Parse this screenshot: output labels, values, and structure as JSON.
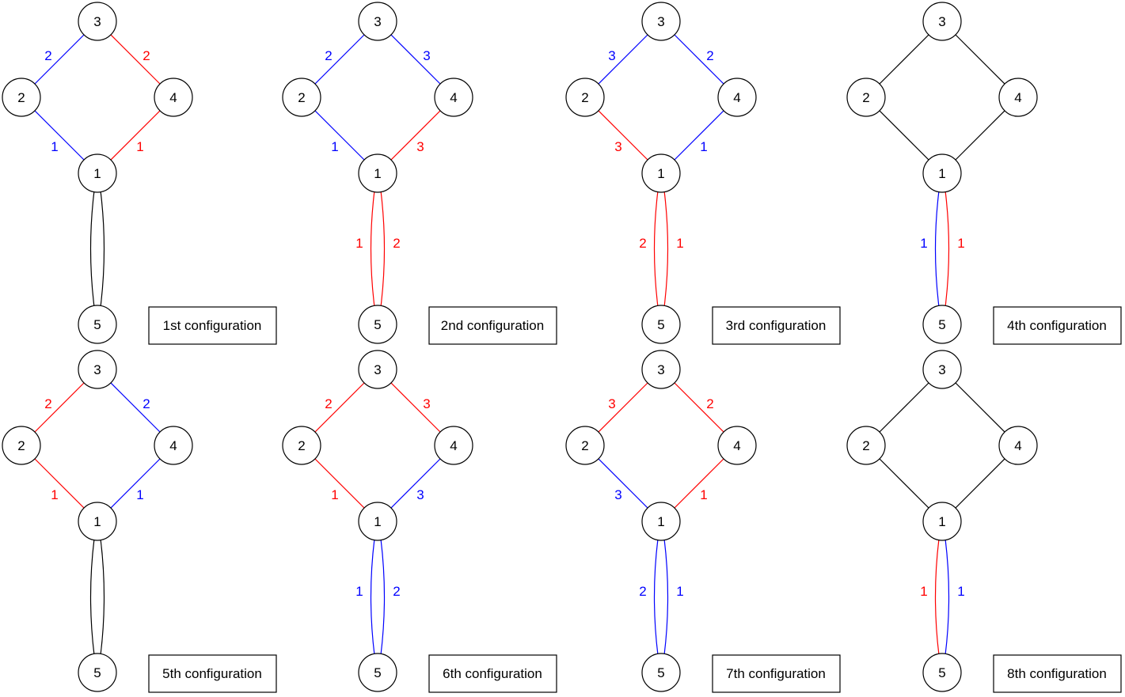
{
  "colors": {
    "red": "#ff0000",
    "blue": "#0000ff",
    "black": "#000000"
  },
  "nodes": [
    "1",
    "2",
    "3",
    "4",
    "5"
  ],
  "configurations": [
    {
      "title": "1st configuration",
      "edges": {
        "e23": {
          "color": "blue",
          "label": "2"
        },
        "e34": {
          "color": "red",
          "label": "2"
        },
        "e21": {
          "color": "blue",
          "label": "1"
        },
        "e41": {
          "color": "red",
          "label": "1"
        },
        "e15a": {
          "color": "black",
          "label": ""
        },
        "e15b": {
          "color": "black",
          "label": ""
        }
      }
    },
    {
      "title": "2nd configuration",
      "edges": {
        "e23": {
          "color": "blue",
          "label": "2"
        },
        "e34": {
          "color": "blue",
          "label": "3"
        },
        "e21": {
          "color": "blue",
          "label": "1"
        },
        "e41": {
          "color": "red",
          "label": "3"
        },
        "e15a": {
          "color": "red",
          "label": "1"
        },
        "e15b": {
          "color": "red",
          "label": "2"
        }
      }
    },
    {
      "title": "3rd configuration",
      "edges": {
        "e23": {
          "color": "blue",
          "label": "3"
        },
        "e34": {
          "color": "blue",
          "label": "2"
        },
        "e21": {
          "color": "red",
          "label": "3"
        },
        "e41": {
          "color": "blue",
          "label": "1"
        },
        "e15a": {
          "color": "red",
          "label": "2"
        },
        "e15b": {
          "color": "red",
          "label": "1"
        }
      }
    },
    {
      "title": "4th configuration",
      "edges": {
        "e23": {
          "color": "black",
          "label": ""
        },
        "e34": {
          "color": "black",
          "label": ""
        },
        "e21": {
          "color": "black",
          "label": ""
        },
        "e41": {
          "color": "black",
          "label": ""
        },
        "e15a": {
          "color": "blue",
          "label": "1"
        },
        "e15b": {
          "color": "red",
          "label": "1"
        }
      }
    },
    {
      "title": "5th configuration",
      "edges": {
        "e23": {
          "color": "red",
          "label": "2"
        },
        "e34": {
          "color": "blue",
          "label": "2"
        },
        "e21": {
          "color": "red",
          "label": "1"
        },
        "e41": {
          "color": "blue",
          "label": "1"
        },
        "e15a": {
          "color": "black",
          "label": ""
        },
        "e15b": {
          "color": "black",
          "label": ""
        }
      }
    },
    {
      "title": "6th configuration",
      "edges": {
        "e23": {
          "color": "red",
          "label": "2"
        },
        "e34": {
          "color": "red",
          "label": "3"
        },
        "e21": {
          "color": "red",
          "label": "1"
        },
        "e41": {
          "color": "blue",
          "label": "3"
        },
        "e15a": {
          "color": "blue",
          "label": "1"
        },
        "e15b": {
          "color": "blue",
          "label": "2"
        }
      }
    },
    {
      "title": "7th configuration",
      "edges": {
        "e23": {
          "color": "red",
          "label": "3"
        },
        "e34": {
          "color": "red",
          "label": "2"
        },
        "e21": {
          "color": "blue",
          "label": "3"
        },
        "e41": {
          "color": "red",
          "label": "1"
        },
        "e15a": {
          "color": "blue",
          "label": "2"
        },
        "e15b": {
          "color": "blue",
          "label": "1"
        }
      }
    },
    {
      "title": "8th configuration",
      "edges": {
        "e23": {
          "color": "black",
          "label": ""
        },
        "e34": {
          "color": "black",
          "label": ""
        },
        "e21": {
          "color": "black",
          "label": ""
        },
        "e41": {
          "color": "black",
          "label": ""
        },
        "e15a": {
          "color": "red",
          "label": "1"
        },
        "e15b": {
          "color": "blue",
          "label": "1"
        }
      }
    }
  ]
}
